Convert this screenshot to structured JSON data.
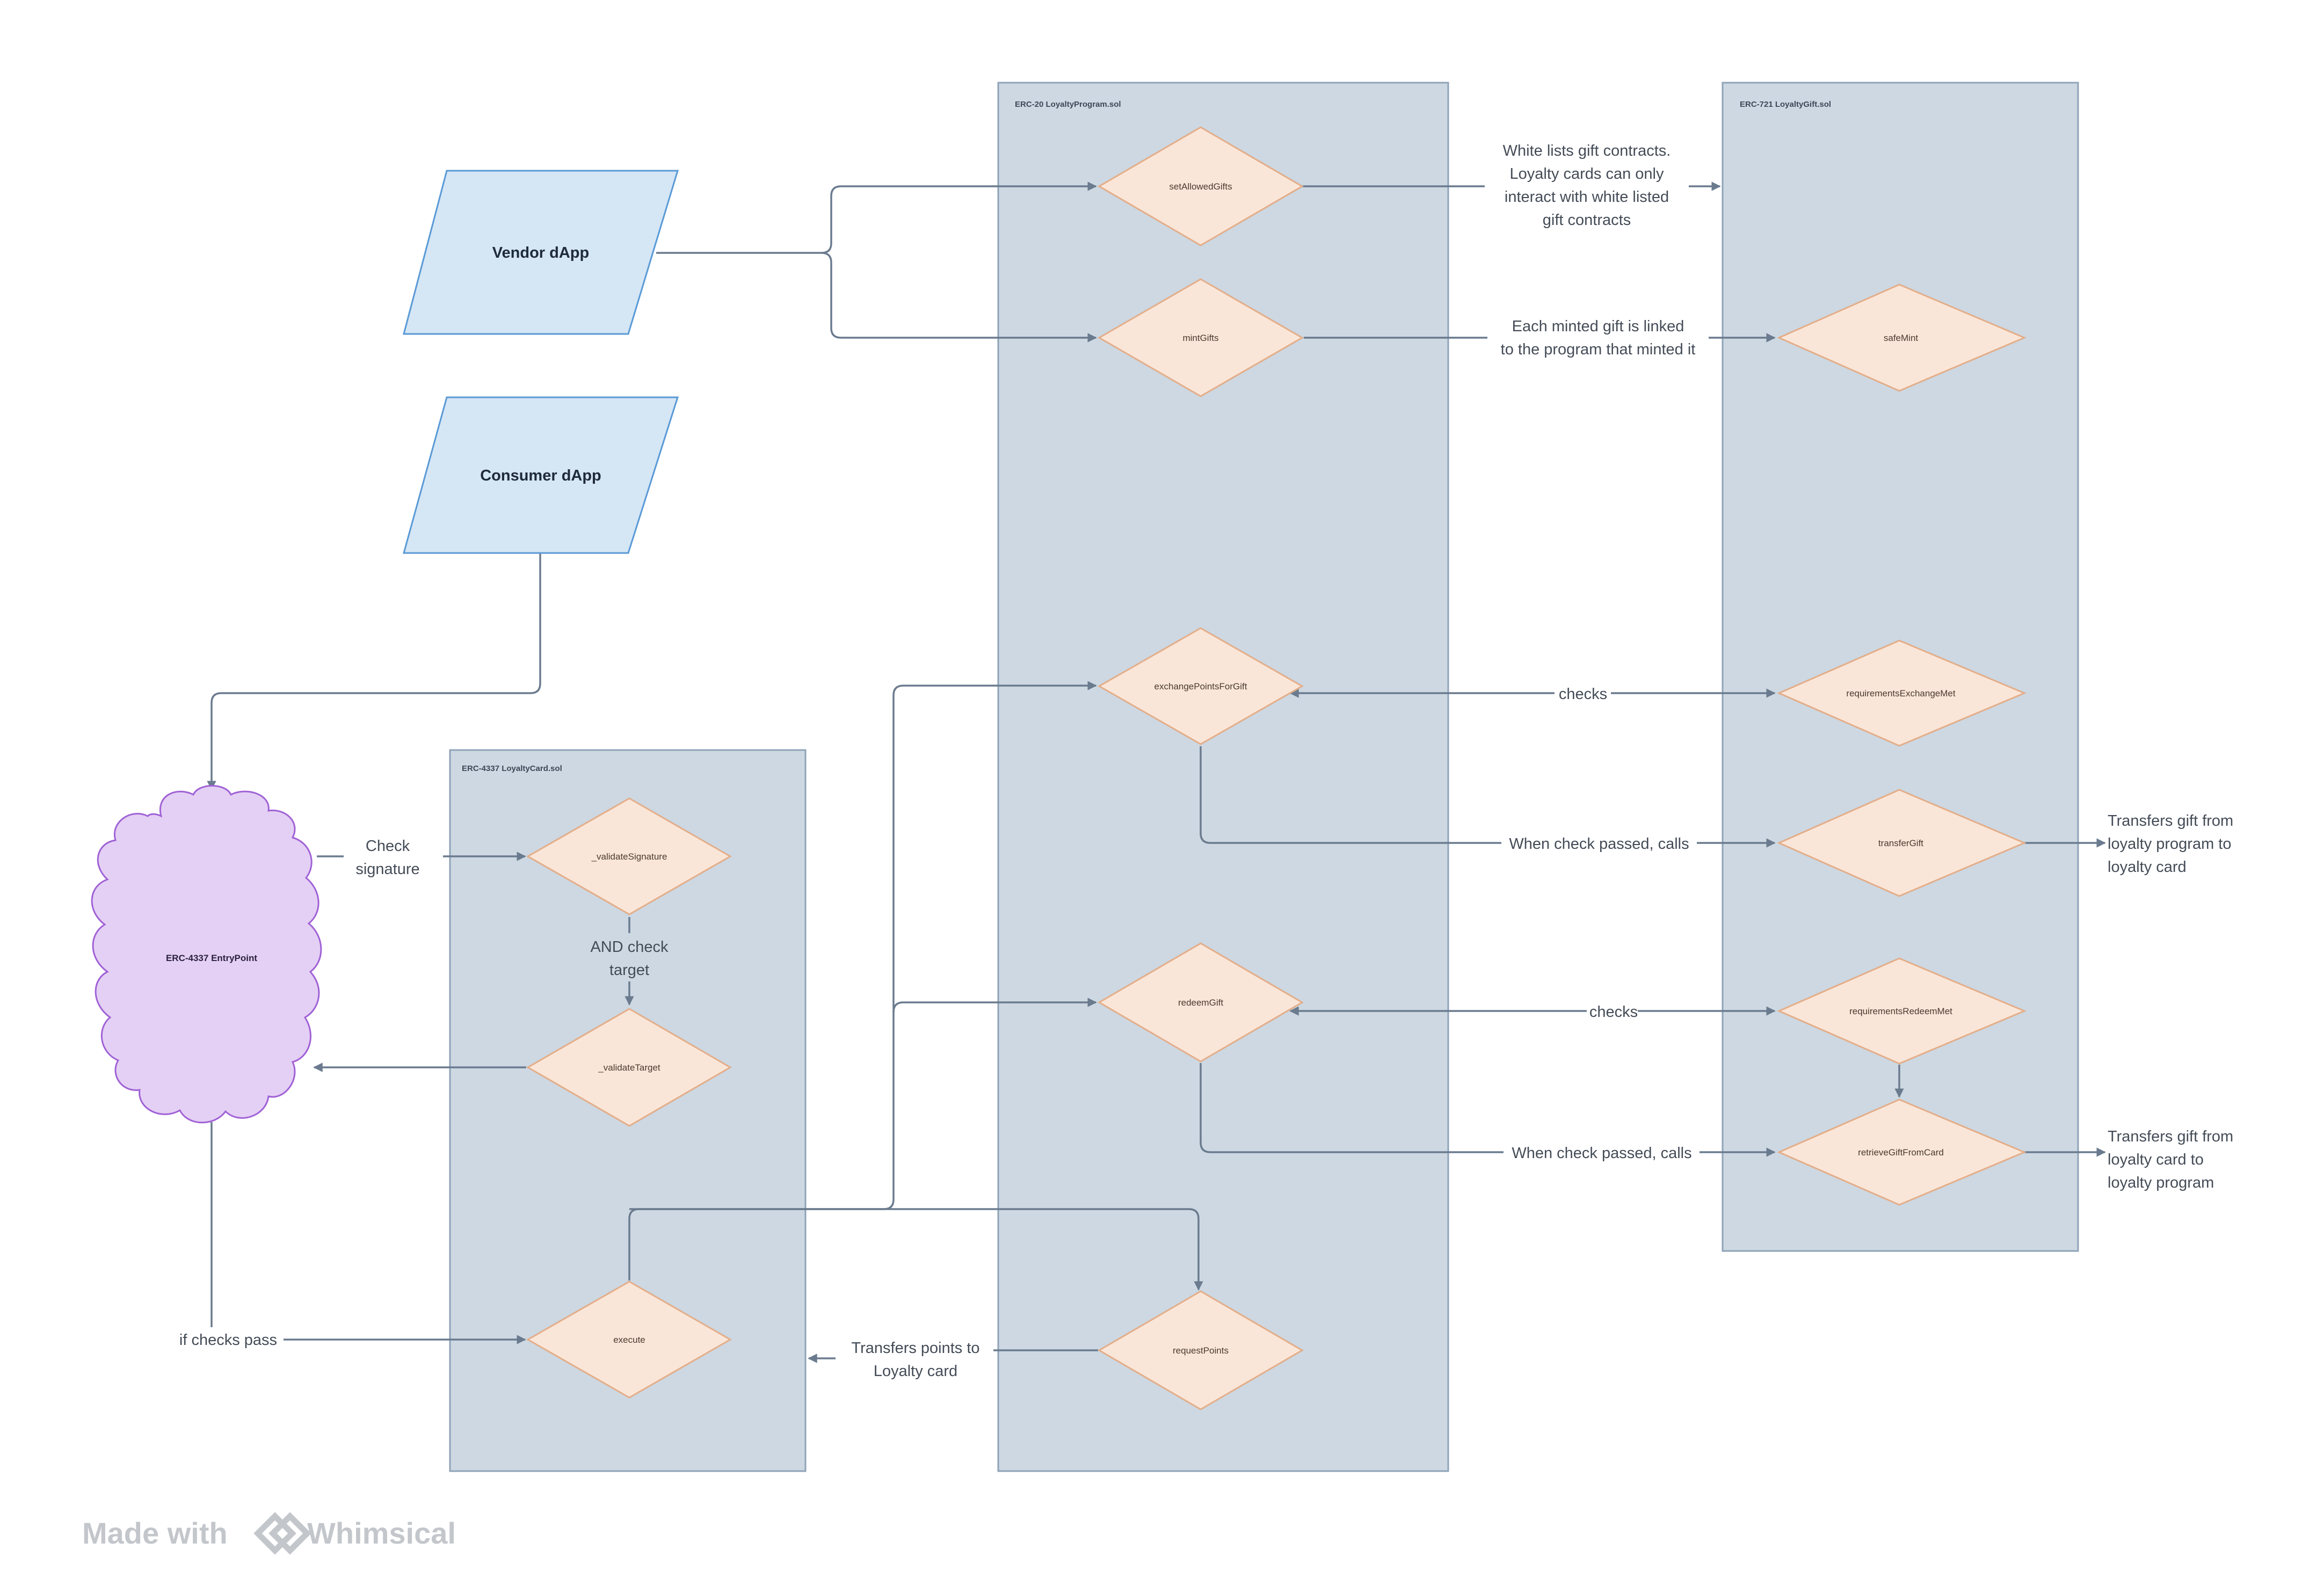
{
  "lanes": {
    "loyalty_program": "ERC-20 LoyaltyProgram.sol",
    "loyalty_gift": "ERC-721 LoyaltyGift.sol",
    "loyalty_card": "ERC-4337 LoyaltyCard.sol"
  },
  "dapps": {
    "vendor": "Vendor dApp",
    "consumer": "Consumer dApp"
  },
  "entrypoint": "ERC-4337 EntryPoint",
  "nodes": {
    "set_allowed_gifts": "setAllowedGifts",
    "mint_gifts": "mintGifts",
    "exchange_points_for_gift": "exchangePointsForGift",
    "redeem_gift": "redeemGift",
    "request_points": "requestPoints",
    "safe_mint": "safeMint",
    "requirements_exchange_met": "requirementsExchangeMet",
    "transfer_gift": "transferGift",
    "requirements_redeem_met": "requirementsRedeemMet",
    "retrieve_gift_from_card": "retrieveGiftFromCard",
    "validate_signature": "_validateSignature",
    "validate_target": "_validateTarget",
    "execute": "execute"
  },
  "labels": {
    "whitelist": [
      "White lists gift contracts.",
      "Loyalty cards can only",
      "interact with white listed",
      "gift contracts"
    ],
    "minted_link": [
      "Each minted gift is linked",
      "to the program that minted it"
    ],
    "checks_exchange": "checks",
    "when_passed_exchange": "When check passed, calls",
    "transfer_result": [
      "Transfers gift from",
      "loyalty program to",
      "loyalty card"
    ],
    "checks_redeem": "checks",
    "when_passed_redeem": "When check passed, calls",
    "retrieve_result": [
      "Transfers gift from",
      "loyalty card to",
      "loyalty program"
    ],
    "check_signature": [
      "Check",
      "signature"
    ],
    "and_check_target": [
      "AND check",
      "target"
    ],
    "if_checks_pass": "if checks pass",
    "transfers_points": [
      "Transfers points to",
      "Loyalty card"
    ]
  },
  "watermark": {
    "made_with": "Made with",
    "brand": "Whimsical"
  },
  "colors": {
    "lane_fill": "#cdd8e2",
    "lane_stroke": "#8fa3b8",
    "node_fill": "#fae6d8",
    "node_stroke": "#e3ae8a",
    "dapp_fill": "#d5e6f5",
    "dapp_stroke": "#5a9ad6",
    "cloud_fill": "#e4d0f4",
    "cloud_stroke": "#a062d6",
    "edge": "#6b7b8f"
  }
}
